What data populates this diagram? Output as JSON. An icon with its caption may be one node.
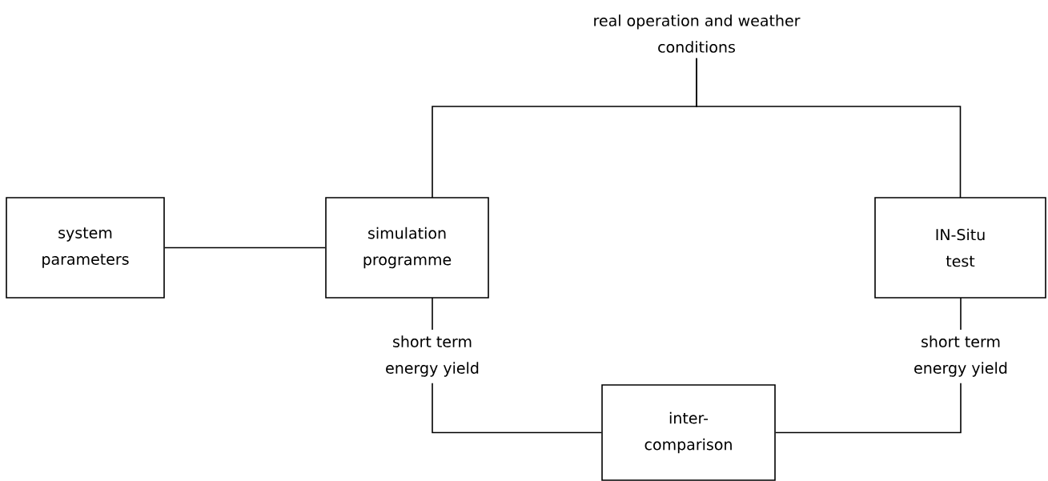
{
  "diagram": {
    "nodes": [
      {
        "text": [
          "system parameters"
        ]
      },
      {
        "text": [
          "simulation programme"
        ]
      },
      {
        "text": [
          "IN-Situ test"
        ]
      },
      {
        "text": [
          "inter- comparison"
        ]
      },
      {
        "text": [
          "real operation and weather conditions"
        ]
      },
      {
        "text": [
          "short term energy yield"
        ]
      },
      {
        "text": [
          "short term energy yield"
        ]
      }
    ],
    "edges": [
      {
        "from": 0,
        "to": 1,
        "arrow": "none"
      },
      {
        "from": 4,
        "to": 1,
        "arrow": "none"
      },
      {
        "from": 4,
        "to": 2,
        "arrow": "none"
      },
      {
        "from": 1,
        "to": 5,
        "arrow": "none"
      },
      {
        "from": 5,
        "to": 3,
        "arrow": "none"
      },
      {
        "from": 2,
        "to": 6,
        "arrow": "none"
      },
      {
        "from": 6,
        "to": 3,
        "arrow": "none"
      }
    ]
  }
}
